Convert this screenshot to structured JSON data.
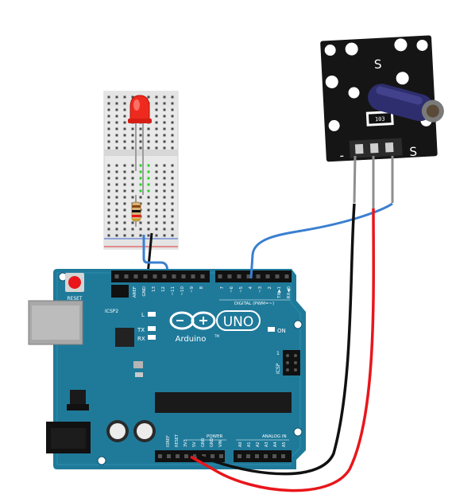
{
  "board": {
    "brand": "Arduino",
    "model": "UNO",
    "reset_label": "RESET",
    "icsp2_label": "ICSP2",
    "icsp_label": "ICSP",
    "on_label": "ON",
    "led_l_label": "L",
    "tx_label": "TX",
    "rx_label": "RX",
    "digital_label": "DIGITAL (PWM=~)",
    "power_label": "POWER",
    "analog_label": "ANALOG IN",
    "tm_mark": "TM",
    "icsp_pin_number": "1",
    "top_pins": [
      "AREF",
      "GND",
      "13",
      "12",
      "~11",
      "~10",
      "~9",
      "8",
      "7",
      "~6",
      "~5",
      "4",
      "~3",
      "2",
      "TX▶1",
      "RX◀0"
    ],
    "power_pins": [
      "IOREF",
      "RESET",
      "3V3",
      "5V",
      "GND",
      "GND",
      "VIN"
    ],
    "analog_pins": [
      "A0",
      "A1",
      "A2",
      "A3",
      "A4",
      "A5"
    ]
  },
  "sensor": {
    "top_label": "S",
    "left_label": "-",
    "right_label": "S",
    "chip_label": "103"
  },
  "colors": {
    "board": "#1f7a9a",
    "board_dark": "#175f79",
    "wire_blue": "#3a7fd0",
    "wire_black": "#111111",
    "wire_red": "#e8161b",
    "led_red": "#ee2a1f",
    "sensor_pcb": "#151515",
    "tilt_body": "#2e2e6e"
  },
  "icons": [
    "arduino-infinity-logo",
    "red-led",
    "resistor",
    "tilt-switch-module"
  ]
}
